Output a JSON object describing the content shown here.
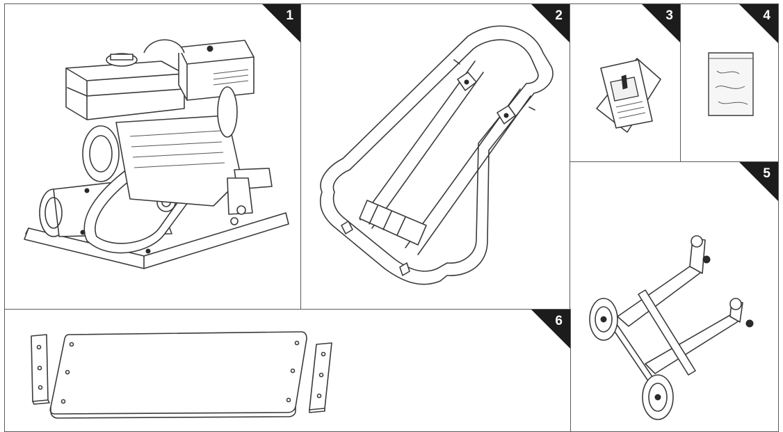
{
  "panels": [
    {
      "number": "1",
      "icon": "plate-compactor-icon"
    },
    {
      "number": "2",
      "icon": "handle-frame-icon"
    },
    {
      "number": "3",
      "icon": "manual-booklet-icon"
    },
    {
      "number": "4",
      "icon": "parts-bag-icon"
    },
    {
      "number": "5",
      "icon": "wheel-kit-icon"
    },
    {
      "number": "6",
      "icon": "rubber-pad-and-strips-icon"
    }
  ],
  "colors": {
    "border": "#5a5a5a",
    "corner": "#1c1c1c",
    "line": "#3a3a3a"
  }
}
